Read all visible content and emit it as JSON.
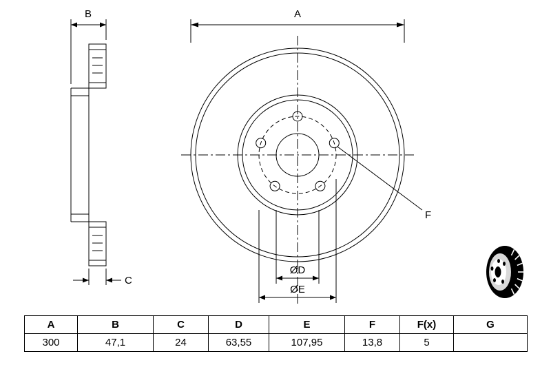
{
  "page": {
    "background": "#ffffff",
    "line_color": "#000000"
  },
  "drawing": {
    "type": "brake-disc-technical-drawing",
    "labels": {
      "a": "A",
      "b": "B",
      "c": "C",
      "d": "ØD",
      "e": "ØE",
      "f": "F"
    }
  },
  "table": {
    "headers": [
      "A",
      "B",
      "C",
      "D",
      "E",
      "F",
      "F(x)",
      "G"
    ],
    "values": [
      "300",
      "47,1",
      "24",
      "63,55",
      "107,95",
      "13,8",
      "5",
      ""
    ]
  }
}
